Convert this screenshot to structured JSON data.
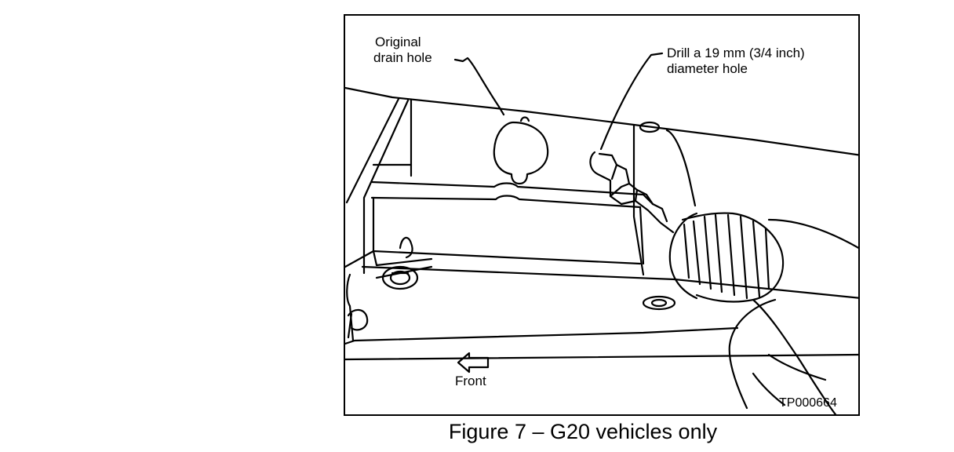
{
  "figure": {
    "labels": {
      "original_line1": "Original",
      "original_line2": "drain hole",
      "drill_line1": "Drill a 19 mm (3/4 inch)",
      "drill_line2": "diameter hole",
      "front": "Front",
      "code": "TP000664"
    },
    "caption": "Figure 7 – G20 vehicles only"
  }
}
